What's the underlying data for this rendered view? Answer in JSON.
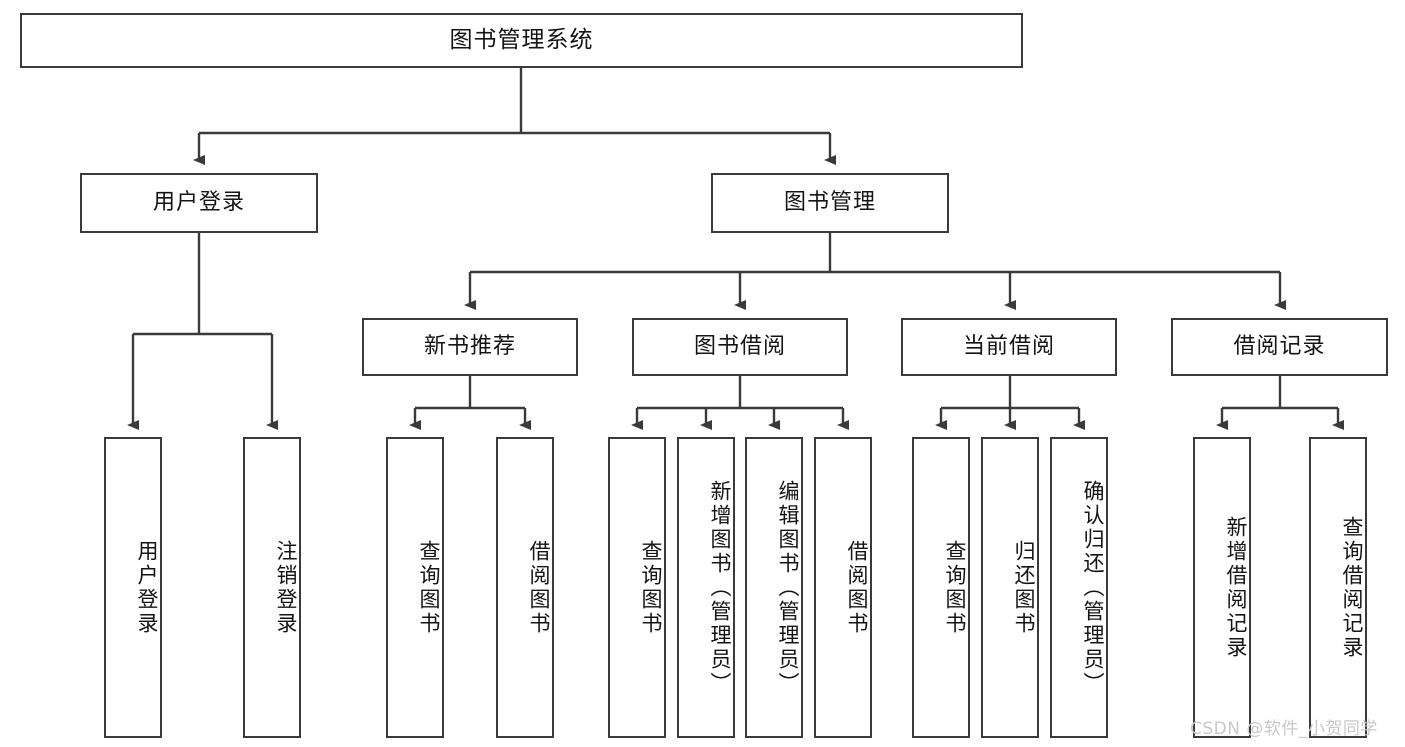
{
  "diagram": {
    "title": "图书管理系统",
    "type": "tree-hierarchy",
    "root": {
      "id": "root",
      "label": "图书管理系统"
    },
    "level2": [
      {
        "id": "user-login",
        "label": "用户登录"
      },
      {
        "id": "book-manage",
        "label": "图书管理"
      }
    ],
    "level3": [
      {
        "id": "new-book-rec",
        "label": "新书推荐",
        "parent": "book-manage"
      },
      {
        "id": "book-borrow",
        "label": "图书借阅",
        "parent": "book-manage"
      },
      {
        "id": "current-borrow",
        "label": "当前借阅",
        "parent": "book-manage"
      },
      {
        "id": "borrow-record",
        "label": "借阅记录",
        "parent": "book-manage"
      }
    ],
    "leaves": [
      {
        "id": "leaf-user-login",
        "label": "用户登录",
        "parent": "user-login"
      },
      {
        "id": "leaf-user-logout",
        "label": "注销登录",
        "parent": "user-login"
      },
      {
        "id": "leaf-query-book-1",
        "label": "查询图书",
        "parent": "new-book-rec"
      },
      {
        "id": "leaf-borrow-book-1",
        "label": "借阅图书",
        "parent": "new-book-rec"
      },
      {
        "id": "leaf-query-book-2",
        "label": "查询图书",
        "parent": "book-borrow"
      },
      {
        "id": "leaf-add-book",
        "label": "新增图书（管理员）",
        "parent": "book-borrow"
      },
      {
        "id": "leaf-edit-book",
        "label": "编辑图书（管理员）",
        "parent": "book-borrow"
      },
      {
        "id": "leaf-borrow-book-2",
        "label": "借阅图书",
        "parent": "book-borrow"
      },
      {
        "id": "leaf-query-book-3",
        "label": "查询图书",
        "parent": "current-borrow"
      },
      {
        "id": "leaf-return-book",
        "label": "归还图书",
        "parent": "current-borrow"
      },
      {
        "id": "leaf-confirm-return",
        "label": "确认归还（管理员）",
        "parent": "current-borrow"
      },
      {
        "id": "leaf-add-record",
        "label": "新增借阅记录",
        "parent": "borrow-record"
      },
      {
        "id": "leaf-query-record",
        "label": "查询借阅记录",
        "parent": "borrow-record"
      }
    ],
    "colors": {
      "border": "#3a3a3a",
      "background": "#ffffff",
      "text": "#141414",
      "edge": "#3a3a3a",
      "watermark": "#c9c9c9"
    }
  },
  "watermark": {
    "text": "CSDN @软件_小贺同学"
  }
}
